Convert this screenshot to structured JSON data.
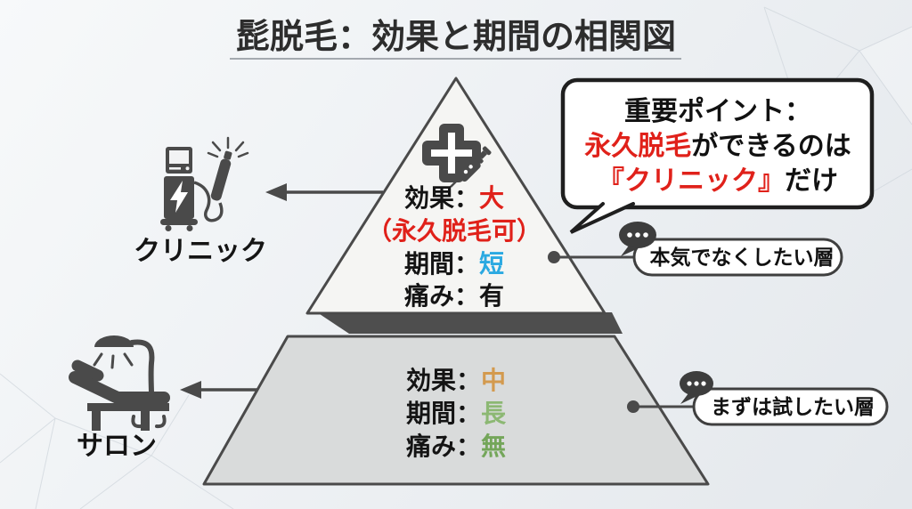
{
  "title": "髭脱毛：効果と期間の相関図",
  "colors": {
    "red": "#e0211a",
    "blue": "#2ba9e1",
    "orange": "#d39a4e",
    "green_long": "#8cb873",
    "green_none": "#74a65a",
    "black": "#141414",
    "dark": "#4a4a4a"
  },
  "clinic": {
    "label": "クリニック",
    "effect_label": "効果：",
    "effect_value": "大",
    "effect_note": "（永久脱毛可）",
    "period_label": "期間：",
    "period_value": "短",
    "pain_label": "痛み：",
    "pain_value": "有",
    "audience": "本気でなくしたい層"
  },
  "salon": {
    "label": "サロン",
    "effect_label": "効果：",
    "effect_value": "中",
    "period_label": "期間：",
    "period_value": "長",
    "pain_label": "痛み：",
    "pain_value": "無",
    "audience": "まずは試したい層"
  },
  "callout": {
    "line1": "重要ポイント：",
    "line2_highlight": "永久脱毛",
    "line2_rest": "ができるのは",
    "line3_highlight": "『クリニック』",
    "line3_rest": "だけ"
  },
  "icons": {
    "clinic_machine": "laser-machine-icon",
    "clinic_tier_marker": "medical-cross-icon",
    "clinic_tier_marker2": "syringe-icon",
    "salon_bed": "treatment-bed-icon",
    "audience_marker": "chat-bubble-icon"
  }
}
